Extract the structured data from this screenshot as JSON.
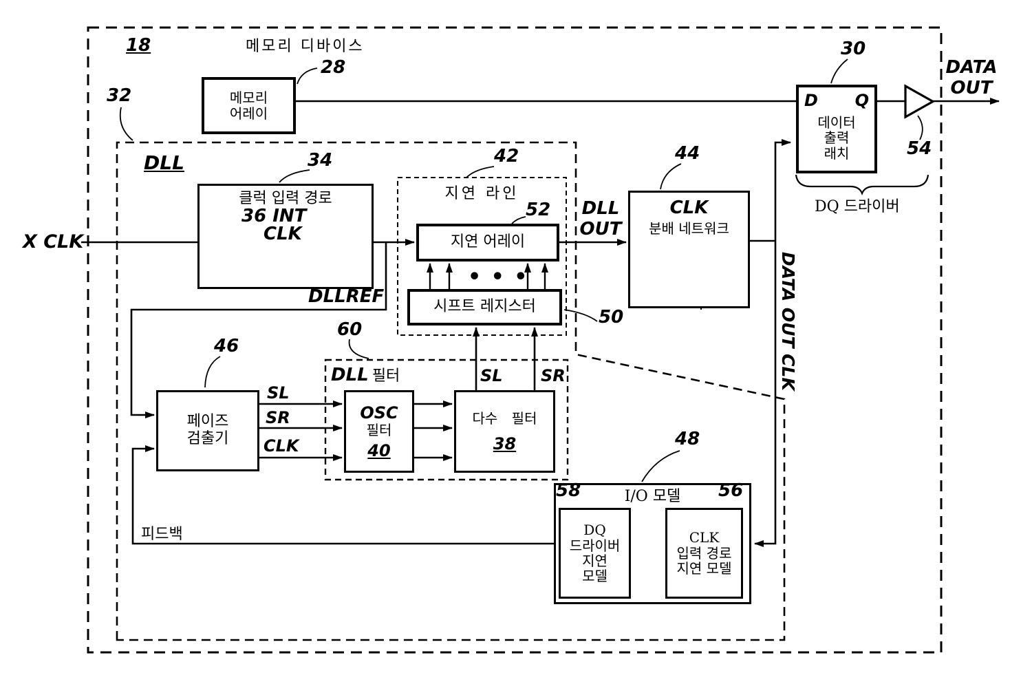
{
  "colors": {
    "ink": "#000000",
    "background": "#ffffff"
  },
  "device": {
    "ref": "18",
    "title": "메모리 디바이스"
  },
  "memory_array": {
    "ref": "28",
    "lines": [
      "메모리",
      "어레이"
    ]
  },
  "dll": {
    "ref": "32",
    "label": "DLL"
  },
  "clock_input_path": {
    "ref": "34",
    "title": "클럭 입력 경로",
    "buf_ref": "36",
    "int_label": "INT",
    "clk_label": "CLK"
  },
  "delay_line": {
    "ref": "42",
    "title": "지연 라인"
  },
  "delay_array": {
    "ref": "52",
    "label": "지연 어레이"
  },
  "shift_register": {
    "ref": "50",
    "label": "시프트 레지스터"
  },
  "clk_dist": {
    "ref": "44",
    "line1": "CLK",
    "line2": "분배 네트워크"
  },
  "latch": {
    "ref": "30",
    "d": "D",
    "q": "Q",
    "lines": [
      "데이터",
      "출력",
      "래치"
    ]
  },
  "out_buffer": {
    "ref": "54"
  },
  "dq_driver_label": "DQ 드라이버",
  "phase_detector": {
    "ref": "46",
    "lines": [
      "페이즈",
      "검출기"
    ]
  },
  "dll_filter": {
    "ref": "60",
    "label_en": "DLL",
    "label_kr": "필터"
  },
  "osc_filter": {
    "ref": "40",
    "line1": "OSC",
    "line2": "필터"
  },
  "majority_filter": {
    "ref": "38",
    "label": "다수 필터"
  },
  "io_model": {
    "ref": "48",
    "title": "I/O 모델"
  },
  "dq_delay_model": {
    "ref": "58",
    "lines": [
      "DQ",
      "드라이버",
      "지연",
      "모델"
    ]
  },
  "clk_delay_model": {
    "ref": "56",
    "lines": [
      "CLK",
      "입력 경로",
      "지연 모델"
    ]
  },
  "signals": {
    "xclk": "X CLK",
    "dllref": "DLLREF",
    "dllout1": "DLL",
    "dllout2": "OUT",
    "dataout1": "DATA",
    "dataout2": "OUT",
    "dataoutclk": "DATA OUT CLK",
    "sl": "SL",
    "sr": "SR",
    "clk": "CLK",
    "feedback": "피드백",
    "dots": "• • •"
  }
}
